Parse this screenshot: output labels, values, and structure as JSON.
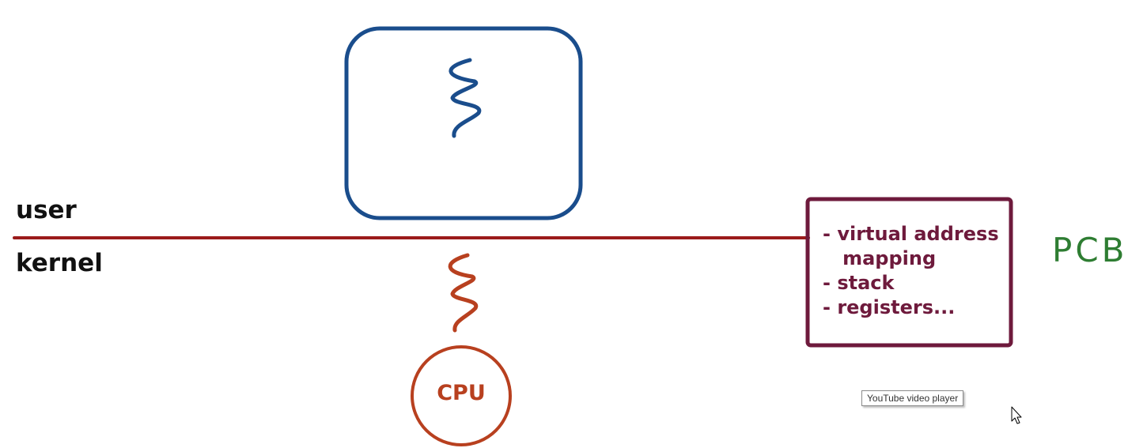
{
  "layers": {
    "user_label": "user",
    "kernel_label": "kernel"
  },
  "pcb": {
    "items": [
      "- virtual address",
      "   mapping",
      "- stack",
      "- registers..."
    ],
    "label": "PCB"
  },
  "cpu": {
    "label": "CPU"
  },
  "tooltip": {
    "text": "YouTube video player"
  },
  "colors": {
    "user_process": "#1a4d8c",
    "boundary_line": "#9b1b1b",
    "kernel_thread": "#b8401f",
    "pcb_box": "#6e1a3c",
    "pcb_label": "#2e7d32"
  },
  "icons": {
    "user_thread": "squiggle-icon",
    "kernel_thread": "squiggle-icon",
    "cursor": "mouse-pointer-icon"
  }
}
